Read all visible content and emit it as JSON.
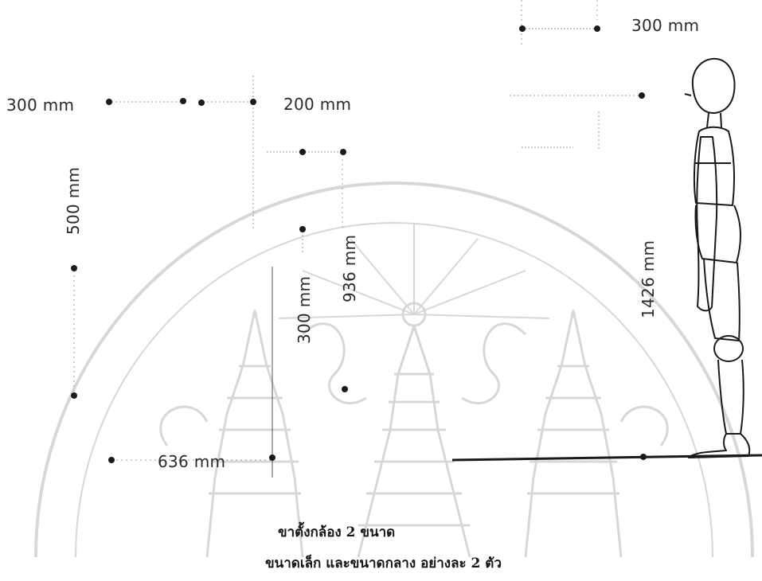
{
  "dimensions": {
    "top_right_width": "300 mm",
    "left_width": "300 mm",
    "middle_width": "200 mm",
    "left_height": "500 mm",
    "short_height": "300 mm",
    "tall_height": "936 mm",
    "base_width": "636 mm",
    "figure_height": "1426 mm"
  },
  "caption": {
    "line1": "ขาตั้งกล้อง 2 ขนาด",
    "line2": "ขนาดเล็ก และขนาดกลาง อย่างละ 2 ตัว"
  },
  "watermark": {
    "description": "university seal watermark"
  },
  "colors": {
    "ink": "#1a1a1a",
    "guide": "#9a9a9a",
    "watermark": "#d9d9d9"
  }
}
